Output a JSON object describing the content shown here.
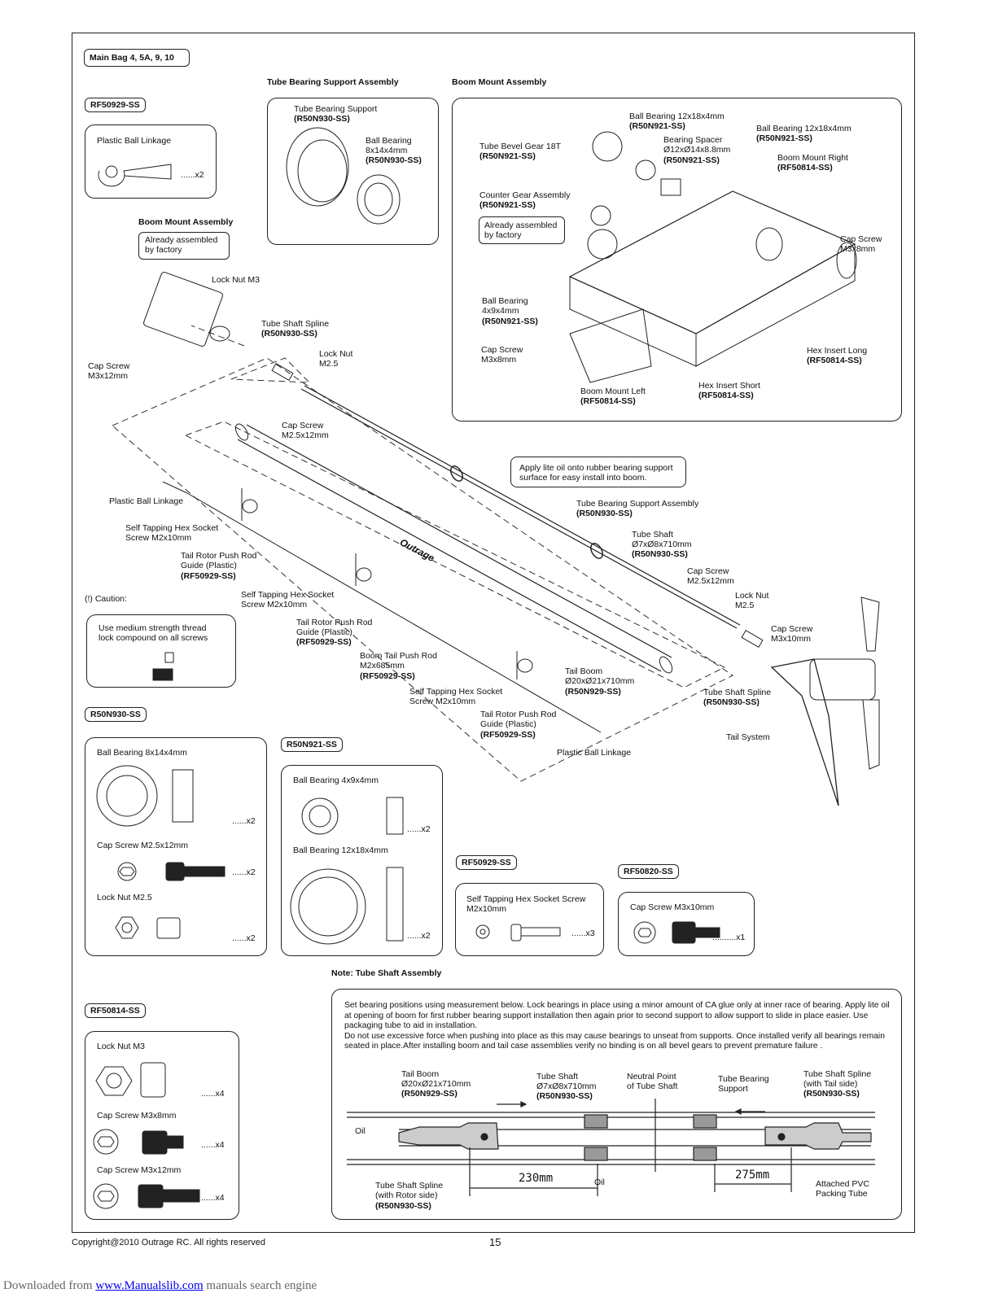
{
  "header": {
    "bag_label": "Main Bag 4, 5A, 9, 10"
  },
  "sections": {
    "tube_bearing_title": "Tube Bearing Support Assembly",
    "boom_mount_title": "Boom Mount Assembly",
    "boom_mount_left_title": "Boom Mount Assembly",
    "note_title": "Note: Tube Shaft Assembly"
  },
  "rf50929_top": {
    "code": "RF50929-SS",
    "item": "Plastic Ball Linkage",
    "qty": "......x2"
  },
  "tube_bearing": {
    "support": "Tube Bearing Support",
    "support_code": "(R50N930-SS)",
    "bearing": "Ball Bearing\n8x14x4mm",
    "bearing_code": "(R50N930-SS)"
  },
  "already_left": "Already assembled\nby factory",
  "boom_left_labels": {
    "lock_nut": "Lock Nut M3",
    "cap_screw": "Cap Screw\nM3x12mm",
    "spline": "Tube Shaft Spline",
    "spline_code": "(R50N930-SS)",
    "lock_nut_25": "Lock Nut\nM2.5",
    "cap_screw_25": "Cap Screw\nM2.5x12mm"
  },
  "boom_mount": {
    "bb1": "Ball Bearing 12x18x4mm",
    "bb1_code": "(R50N921-SS)",
    "bb2": "Ball Bearing 12x18x4mm",
    "bb2_code": "(R50N921-SS)",
    "bevel": "Tube Bevel Gear 18T",
    "bevel_code": "(R50N921-SS)",
    "spacer": "Bearing Spacer\nØ12xØ14x8.8mm",
    "spacer_code": "(R50N921-SS)",
    "right": "Boom Mount Right",
    "right_code": "(RF50814-SS)",
    "counter": "Counter Gear Assembly",
    "counter_code": "(R50N921-SS)",
    "already": "Already assembled\nby factory",
    "cap_m3x8_r": "Cap Screw\nM3x8mm",
    "bb3": "Ball Bearing\n4x9x4mm",
    "bb3_code": "(R50N921-SS)",
    "cap_m3x8_l": "Cap Screw\nM3x8mm",
    "hex_long": "Hex Insert Long",
    "hex_long_code": "(RF50814-SS)",
    "hex_short": "Hex Insert Short",
    "hex_short_code": "(RF50814-SS)",
    "left": "Boom Mount Left",
    "left_code": "(RF50814-SS)"
  },
  "main_labels": {
    "oil_note": "Apply lite oil onto rubber bearing support\nsurface for easy install into boom.",
    "plastic_ball_1": "Plastic Ball Linkage",
    "self_tap_1": "Self Tapping Hex Socket\nScrew M2x10mm",
    "guide_1": "Tail Rotor Push Rod\nGuide (Plastic)",
    "guide_1_code": "(RF50929-SS)",
    "tbsa": "Tube Bearing Support Assembly",
    "tbsa_code": "(R50N930-SS)",
    "tube_shaft": "Tube Shaft\nØ7xØ8x710mm",
    "tube_shaft_code": "(R50N930-SS)",
    "cap_25": "Cap Screw\nM2.5x12mm",
    "lock_25": "Lock Nut\nM2.5",
    "caution": "(!) Caution:",
    "caution_text": "Use medium strength thread\nlock compound on all screws",
    "self_tap_2": "Self Tapping Hex Socket\nScrew M2x10mm",
    "guide_2": "Tail Rotor Push Rod\nGuide (Plastic)",
    "guide_2_code": "(RF50929-SS)",
    "cap_m3x10": "Cap Screw\nM3x10mm",
    "pushrod": "Boom Tail Push Rod\nM2x685mm",
    "pushrod_code": "(RF50929-SS)",
    "tail_boom": "Tail Boom\nØ20xØ21x710mm",
    "tail_boom_code": "(R50N929-SS)",
    "self_tap_3": "Self Tapping Hex Socket\nScrew M2x10mm",
    "spline_r": "Tube Shaft Spline",
    "spline_r_code": "(R50N930-SS)",
    "guide_3": "Tail Rotor Push Rod\nGuide (Plastic)",
    "guide_3_code": "(RF50929-SS)",
    "tail_system": "Tail System",
    "plastic_ball_2": "Plastic Ball Linkage",
    "brand": "Outrage"
  },
  "r50n930": {
    "code": "R50N930-SS",
    "bb": "Ball Bearing 8x14x4mm",
    "bb_qty": "......x2",
    "cap": "Cap Screw M2.5x12mm",
    "cap_qty": "......x2",
    "nut": "Lock Nut M2.5",
    "nut_qty": "......x2"
  },
  "r50n921": {
    "code": "R50N921-SS",
    "bb1": "Ball Bearing 4x9x4mm",
    "bb1_qty": "......x2",
    "bb2": "Ball Bearing 12x18x4mm",
    "bb2_qty": "......x2"
  },
  "rf50929_b": {
    "code": "RF50929-SS",
    "item": "Self Tapping Hex Socket Screw\nM2x10mm",
    "qty": "......x3"
  },
  "rf50820": {
    "code": "RF50820-SS",
    "item": "Cap Screw M3x10mm",
    "qty": "..........x1"
  },
  "rf50814": {
    "code": "RF50814-SS",
    "nut": "Lock Nut M3",
    "nut_qty": "......x4",
    "cap8": "Cap Screw M3x8mm",
    "cap8_qty": "......x4",
    "cap12": "Cap Screw M3x12mm",
    "cap12_qty": "......x4"
  },
  "note": {
    "text": "Set bearing positions using measurement below. Lock bearings in place using a minor amount of CA glue only at inner race of bearing. Apply lite oil at opening of boom for first rubber bearing support installation then again prior to second support to allow support to slide in place easier. Use packaging tube to aid in installation.\nDo not use excessive force when pushing into place as this may cause bearings to unseat from supports. Once installed verify all bearings remain seated in place.After installing boom and tail case assemblies verify no binding is on all bevel gears to prevent premature failure .",
    "tail_boom": "Tail Boom\nØ20xØ21x710mm",
    "tail_boom_code": "(R50N929-SS)",
    "tube_shaft": "Tube Shaft\nØ7xØ8x710mm",
    "tube_shaft_code": "(R50N930-SS)",
    "neutral": "Neutral Point\nof Tube Shaft",
    "tbs": "Tube Bearing\nSupport",
    "spline_tail": "Tube Shaft Spline\n(with Tail side)",
    "spline_tail_code": "(R50N930-SS)",
    "oil1": "Oil",
    "oil2": "Oil",
    "d1": "230mm",
    "d2": "275mm",
    "spline_rotor": "Tube Shaft Spline\n(with Rotor side)",
    "spline_rotor_code": "(R50N930-SS)",
    "pvc": "Attached PVC\nPacking Tube"
  },
  "footer": {
    "copyright": "Copyright@2010 Outrage RC. All rights reserved",
    "page": "15",
    "dl_prefix": "Downloaded from ",
    "dl_link": "www.Manualslib.com",
    "dl_suffix": " manuals search engine"
  }
}
